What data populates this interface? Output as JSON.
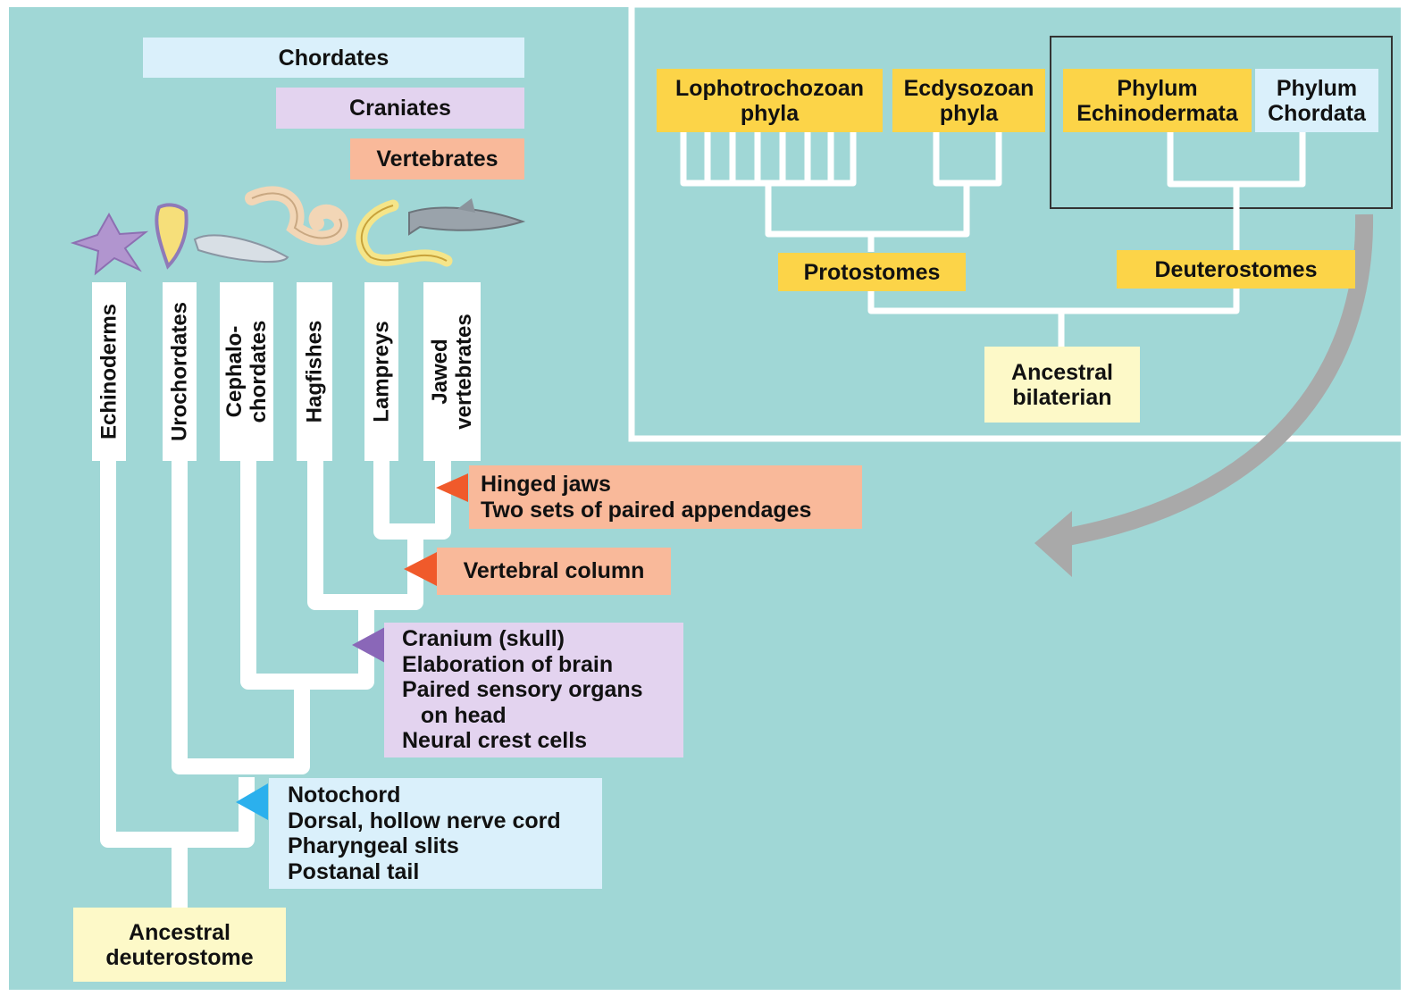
{
  "left_tree": {
    "clade_labels": {
      "chordates": "Chordates",
      "craniates": "Craniates",
      "vertebrates": "Vertebrates"
    },
    "taxa": [
      "Echinoderms",
      "Urochordates",
      "Cephalo-\nchordates",
      "Hagfishes",
      "Lampreys",
      "Jawed\nvertebrates"
    ],
    "root": "Ancestral\ndeuterostome",
    "characters": {
      "chordate": "Notochord\nDorsal, hollow nerve cord\nPharyngeal slits\nPostanal tail",
      "craniate": "Cranium (skull)\nElaboration of brain\nPaired sensory organs\n   on head\nNeural crest cells",
      "vertebral": "Vertebral column",
      "jaws": "Hinged jaws\nTwo sets of paired appendages"
    }
  },
  "inset_tree": {
    "groups": {
      "lophotrochozoan": "Lophotrochozoan\nphyla",
      "ecdysozoan": "Ecdysozoan\nphyla",
      "echinodermata": "Phylum\nEchinodermata",
      "chordata": "Phylum\nChordata"
    },
    "protostomes": "Protostomes",
    "deuterostomes": "Deuterostomes",
    "root": "Ancestral\nbilaterian"
  },
  "colors": {
    "background": "#a0d7d6",
    "chordates": "#daf0fb",
    "craniates": "#e3d3ef",
    "vertebrates": "#f9b99a",
    "inset_labels": "#fcd448",
    "ancestor_boxes": "#fdf9c8",
    "arrow_chordate": "#2bb0ed",
    "arrow_craniate": "#8a67b8",
    "arrow_vertebrate": "#f05a2b",
    "connector_arrow": "#a9a9a9"
  },
  "icons": [
    "starfish-icon",
    "tunicate-icon",
    "lancelet-icon",
    "hagfish-icon",
    "lamprey-icon",
    "shark-icon"
  ]
}
